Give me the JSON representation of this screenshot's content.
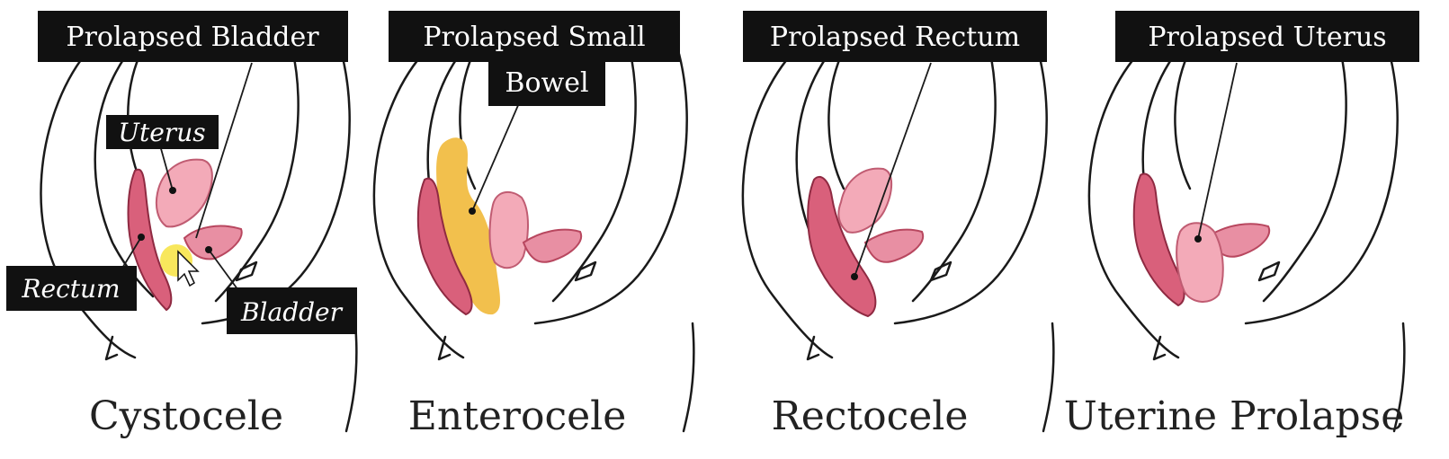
{
  "panels": [
    {
      "title": "Prolapsed Bladder",
      "caption": "Cystocele",
      "callouts": {
        "uterus": "Uterus",
        "rectum": "Rectum",
        "bladder": "Bladder"
      }
    },
    {
      "title_line1": "Prolapsed Small",
      "title_line2": "Bowel",
      "caption": "Enterocele"
    },
    {
      "title": "Prolapsed Rectum",
      "caption": "Rectocele"
    },
    {
      "title": "Prolapsed Uterus",
      "caption": "Uterine Prolapse"
    }
  ],
  "colors": {
    "label_background": "#111111",
    "organ_pink": "#e88fa3",
    "rectum": "#d9607b",
    "small_bowel": "#f2c04d",
    "cursor_highlight": "#f7e44a"
  }
}
